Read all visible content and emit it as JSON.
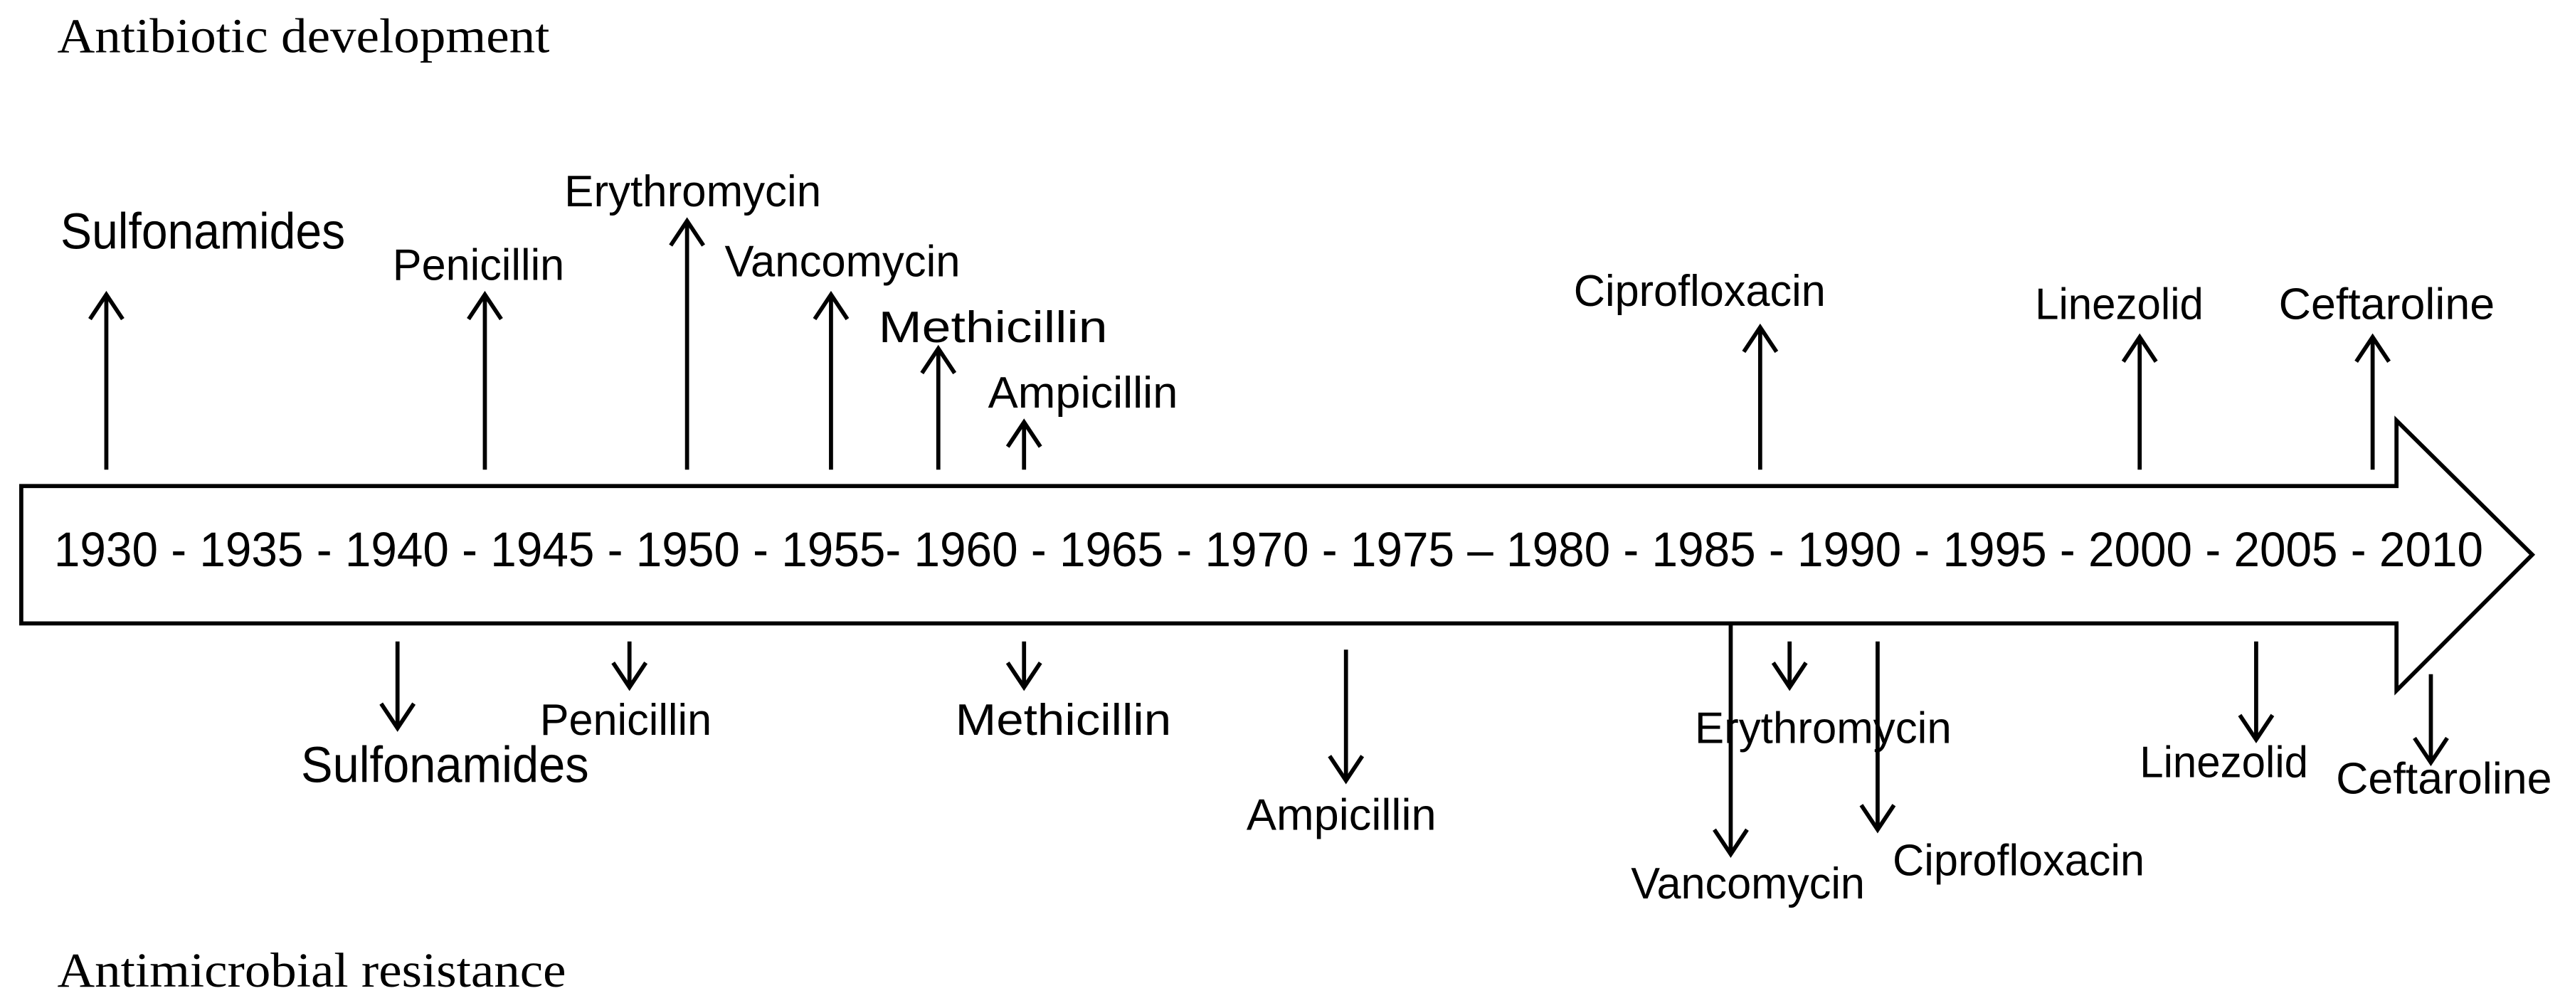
{
  "titles": {
    "development": "Antibiotic development",
    "resistance": "Antimicrobial resistance"
  },
  "timeline": {
    "label": "1930 - 1935 - 1940 - 1945 - 1950 - 1955- 1960 - 1965 - 1970 - 1975 – 1980 - 1985 - 1990 - 1995 - 2000 - 2005 - 2010"
  },
  "development": [
    {
      "name": "Sulfonamides",
      "year": 1930
    },
    {
      "name": "Penicillin",
      "year": 1943
    },
    {
      "name": "Erythromycin",
      "year": 1950
    },
    {
      "name": "Vancomycin",
      "year": 1955
    },
    {
      "name": "Methicillin",
      "year": 1959
    },
    {
      "name": "Ampicillin",
      "year": 1962
    },
    {
      "name": "Ciprofloxacin",
      "year": 1987
    },
    {
      "name": "Linezolid",
      "year": 2000
    },
    {
      "name": "Ceftaroline",
      "year": 2008
    }
  ],
  "resistance": [
    {
      "name": "Sulfonamides",
      "year": 1940
    },
    {
      "name": "Penicillin",
      "year": 1948
    },
    {
      "name": "Methicillin",
      "year": 1962
    },
    {
      "name": "Ampicillin",
      "year": 1973
    },
    {
      "name": "Vancomycin",
      "year": 1986
    },
    {
      "name": "Erythromycin",
      "year": 1988
    },
    {
      "name": "Ciprofloxacin",
      "year": 1991
    },
    {
      "name": "Linezolid",
      "year": 2004
    },
    {
      "name": "Ceftaroline",
      "year": 2010
    }
  ]
}
